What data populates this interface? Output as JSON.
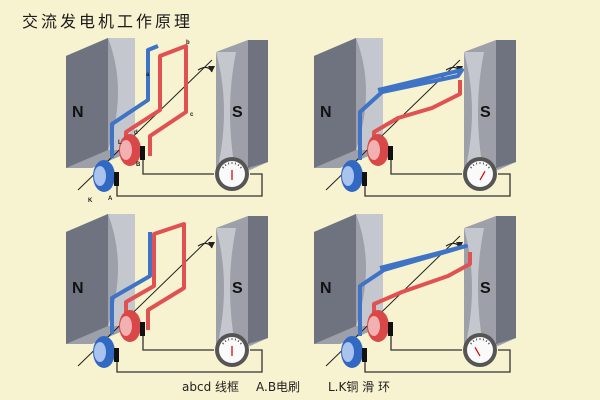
{
  "title": "交流发电机工作原理",
  "colors": {
    "background": "#f7f2cf",
    "magnet_face": "#9da0a8",
    "magnet_side": "#6f7380",
    "magnet_top": "#c4c7ce",
    "coil_red": "#e05252",
    "coil_blue": "#3f73c6",
    "ring_red": "#d84848",
    "ring_blue": "#3168c2",
    "wire": "#333333"
  },
  "panels": [
    {
      "north_label": "N",
      "south_label": "S",
      "coil_labels": [
        "a",
        "b",
        "c",
        "d"
      ],
      "brush_labels": [
        "A",
        "B"
      ],
      "ring_labels": [
        "L",
        "K"
      ]
    },
    {
      "north_label": "N",
      "south_label": "S"
    },
    {
      "north_label": "N",
      "south_label": "S"
    },
    {
      "north_label": "N",
      "south_label": "S"
    }
  ],
  "legend": [
    "abcd 线框",
    "A.B电刷",
    "L.K铜 滑 环"
  ]
}
